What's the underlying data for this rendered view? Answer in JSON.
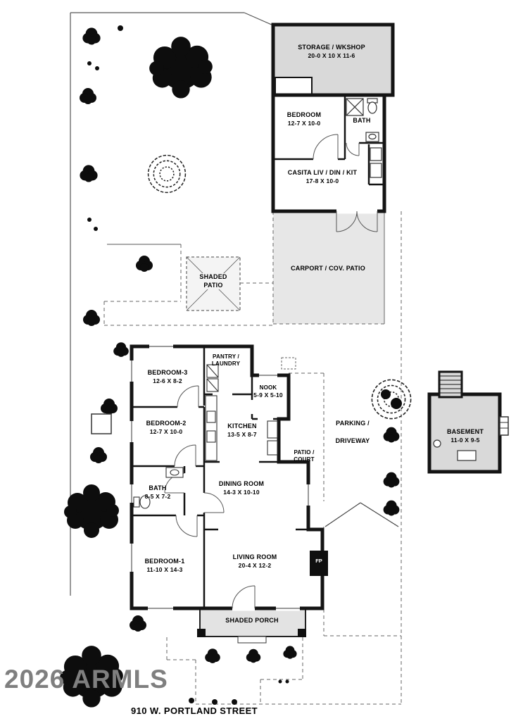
{
  "plan": {
    "street_label": "910 W. PORTLAND STREET",
    "watermark": "2026 ARMLS",
    "casita": {
      "storage": {
        "name": "STORAGE / WKSHOP",
        "dims": "20-0 X 10 X 11-6"
      },
      "bedroom": {
        "name": "BEDROOM",
        "dims": "12-7 X 10-0"
      },
      "bath": {
        "name": "BATH"
      },
      "living": {
        "name": "CASITA LIV / DIN / KIT",
        "dims": "17-8 X 10-0"
      }
    },
    "carport": {
      "name": "CARPORT / COV. PATIO"
    },
    "shaded_patio": {
      "line1": "SHADED",
      "line2": "PATIO"
    },
    "house": {
      "bedroom3": {
        "name": "BEDROOM-3",
        "dims": "12-6 X 8-2"
      },
      "pantry": {
        "line1": "PANTRY /",
        "line2": "LAUNDRY"
      },
      "nook": {
        "name": "NOOK",
        "dims": "5-9 X 5-10"
      },
      "bedroom2": {
        "name": "BEDROOM-2",
        "dims": "12-7 X 10-0"
      },
      "kitchen": {
        "name": "KITCHEN",
        "dims": "13-5 X 8-7"
      },
      "bath": {
        "name": "BATH",
        "dims": "8-5 X 7-2"
      },
      "dining": {
        "name": "DINING ROOM",
        "dims": "14-3 X 10-10"
      },
      "patio_court": {
        "line1": "PATIO /",
        "line2": "COURT"
      },
      "bedroom1": {
        "name": "BEDROOM-1",
        "dims": "11-10 X 14-3"
      },
      "living": {
        "name": "LIVING ROOM",
        "dims": "20-4 X 12-2"
      },
      "fireplace": "FP",
      "porch": {
        "name": "SHADED PORCH"
      }
    },
    "parking": {
      "line1": "PARKING /",
      "line2": "DRIVEWAY"
    },
    "basement": {
      "name": "BASEMENT",
      "dims": "11-0 X 9-5"
    }
  }
}
